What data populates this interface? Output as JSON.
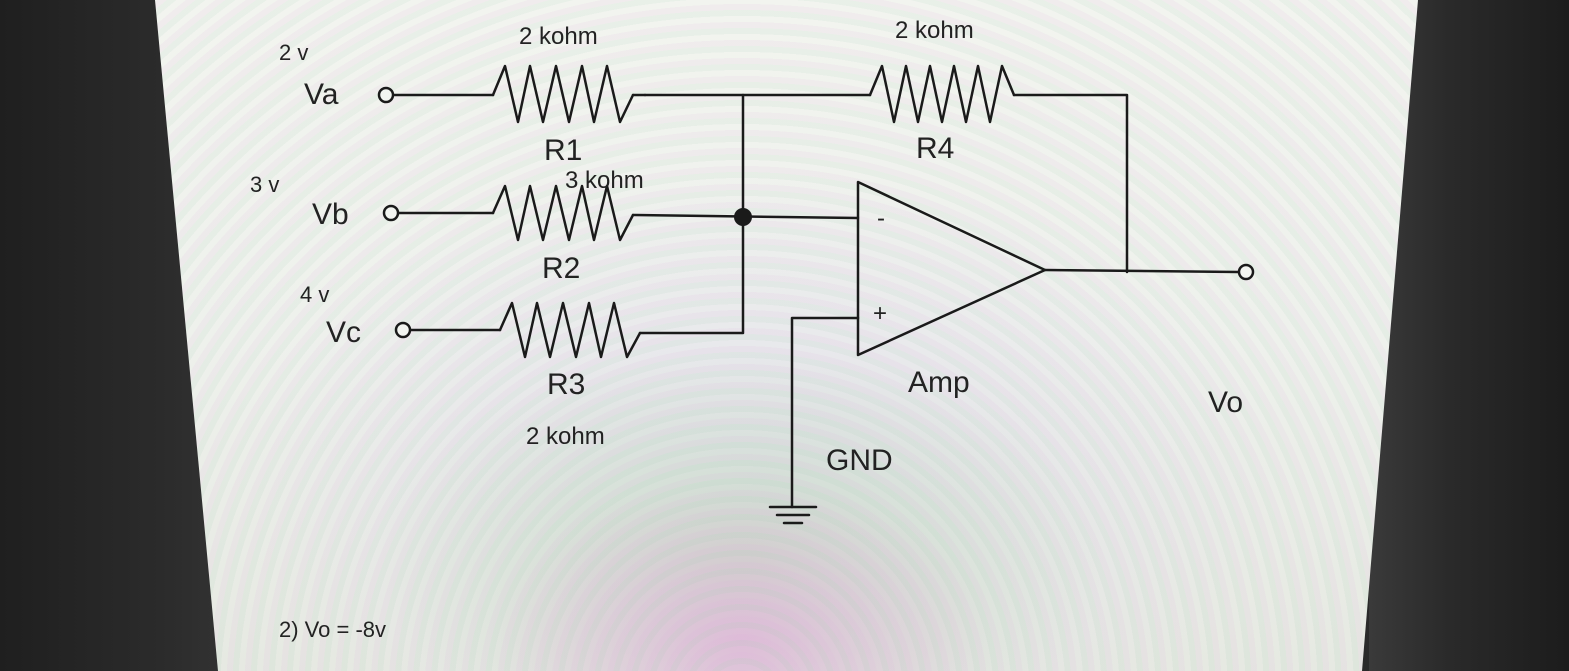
{
  "inputs": {
    "va": {
      "name": "Va",
      "voltage": "2 v"
    },
    "vb": {
      "name": "Vb",
      "voltage": "3 v"
    },
    "vc": {
      "name": "Vc",
      "voltage": "4 v"
    }
  },
  "resistors": {
    "r1": {
      "name": "R1",
      "value": "2 kohm"
    },
    "r2": {
      "name": "R2",
      "value": "3 kohm"
    },
    "r3": {
      "name": "R3",
      "value": "2 kohm"
    },
    "r4": {
      "name": "R4",
      "value": "2 kohm"
    }
  },
  "amplifier": {
    "label": "Amp",
    "minus_sign": "-",
    "plus_sign": "+"
  },
  "ground": {
    "label": "GND"
  },
  "output": {
    "label": "Vo"
  },
  "answer": {
    "text": "2) Vo = -8v"
  },
  "colors": {
    "wire": "#1a1a1a",
    "screen_background": "#eef1ec",
    "bezel": "#2a2a2a"
  }
}
